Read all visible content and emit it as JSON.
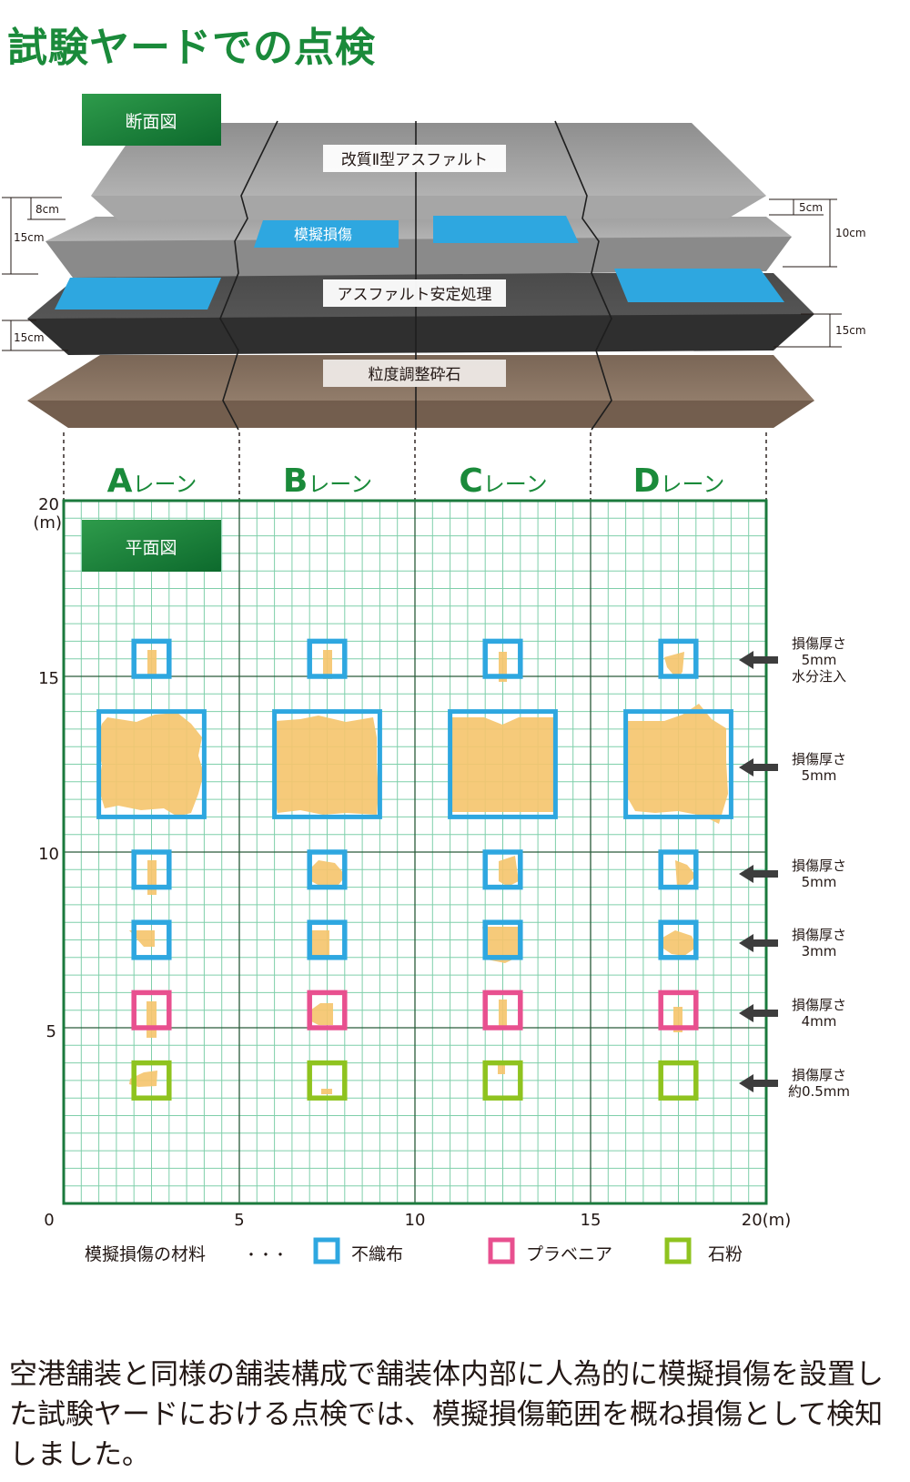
{
  "title": "試験ヤードでの点検",
  "cross_section": {
    "badge": "断面図",
    "layers": {
      "top": "改質Ⅱ型アスファルト",
      "damage": "模擬損傷",
      "middle": "アスファルト安定処理",
      "bottom": "粒度調整砕石"
    },
    "dims_left": {
      "a": "8cm",
      "b": "15cm",
      "c": "15cm"
    },
    "dims_right": {
      "a": "5cm",
      "b": "10cm",
      "c": "15cm"
    }
  },
  "lanes": [
    "Aレーン",
    "Bレーン",
    "Cレーン",
    "Dレーン"
  ],
  "lane_letters": [
    "A",
    "B",
    "C",
    "D"
  ],
  "lane_suffix": "レーン",
  "plan": {
    "badge": "平面図",
    "y_ticks": [
      "20",
      "15",
      "10",
      "5"
    ],
    "y_unit": "(m)",
    "x_ticks": [
      "0",
      "5",
      "10",
      "15",
      "20(m)"
    ],
    "x_max": 20,
    "y_max": 20
  },
  "rows": [
    {
      "label": [
        "損傷厚さ",
        "5mm",
        "水分注入"
      ],
      "material": "不織布"
    },
    {
      "label": [
        "損傷厚さ",
        "5mm"
      ],
      "material": "不織布"
    },
    {
      "label": [
        "損傷厚さ",
        "5mm"
      ],
      "material": "不織布"
    },
    {
      "label": [
        "損傷厚さ",
        "3mm"
      ],
      "material": "不織布"
    },
    {
      "label": [
        "損傷厚さ",
        "4mm"
      ],
      "material": "プラベニア"
    },
    {
      "label": [
        "損傷厚さ",
        "約0.5mm"
      ],
      "material": "石粉"
    }
  ],
  "legend": {
    "label": "模擬損傷の材料",
    "dots": "・・・",
    "items": [
      {
        "name": "不織布",
        "color": "#2ea7e0"
      },
      {
        "name": "プラベニア",
        "color": "#e8508f"
      },
      {
        "name": "石粉",
        "color": "#8fc31f"
      }
    ]
  },
  "colors": {
    "title_green": "#1a8a3a",
    "grid_line": "#7fcfaa",
    "grid_major": "#1b7a3d",
    "detection": "#f5c56f",
    "blue": "#2ea7e0",
    "pink": "#e8508f",
    "lime": "#8fc31f"
  },
  "caption": "空港舗装と同様の舗装構成で舗装体内部に人為的に模擬損傷を設置した試験ヤードにおける点検では、模擬損傷範囲を概ね損傷として検知しました。"
}
